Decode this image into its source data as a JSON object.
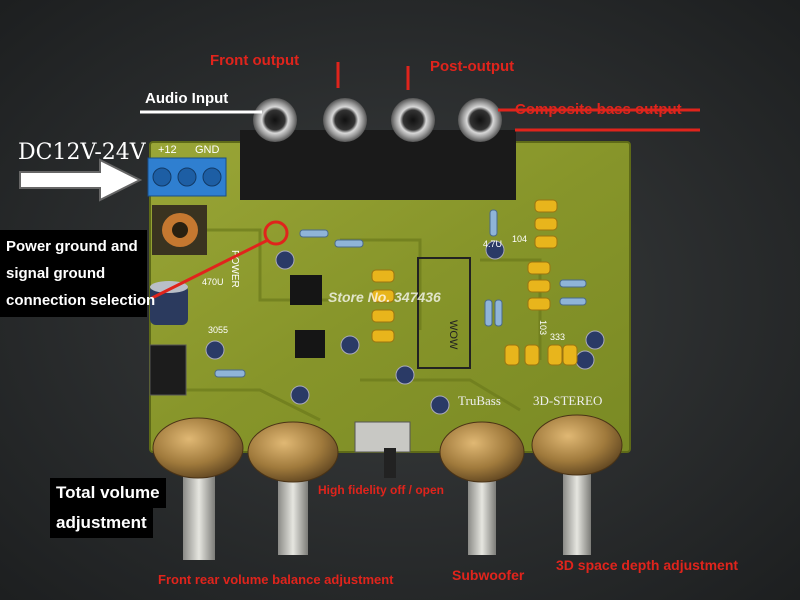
{
  "labels": {
    "front_output": "Front output",
    "post_output": "Post-output",
    "audio_input": "Audio Input",
    "composite_bass_output": "Composite bass output",
    "dc_voltage": "DC12V-24V",
    "power_ground_1": "Power ground and",
    "power_ground_2": "signal ground",
    "power_ground_3": "connection selection",
    "total_volume_1": "Total volume",
    "total_volume_2": "adjustment",
    "hifi_switch": "High fidelity off / open",
    "balance_adjust": "Front rear volume balance adjustment",
    "subwoofer": "Subwoofer",
    "depth_adjust": "3D space depth adjustment"
  },
  "board_text": {
    "plus12": "+12",
    "gnd": "GND",
    "power": "POWER",
    "trubass": "TruBass",
    "stereo3d": "3D-STEREO",
    "watermark": "Store No. 347436",
    "cap_4u7": "4.7U",
    "cap_104": "104",
    "cap_470u": "470U",
    "cap_103": "103",
    "cap_333": "333",
    "reg_3055": "3055",
    "chip_wow": "WOW"
  },
  "colors": {
    "label_red": "#e0241c",
    "pcb_green": "#8c9a2c",
    "terminal_blue": "#2f7fd0",
    "pot_brass": "#a07a3c"
  }
}
